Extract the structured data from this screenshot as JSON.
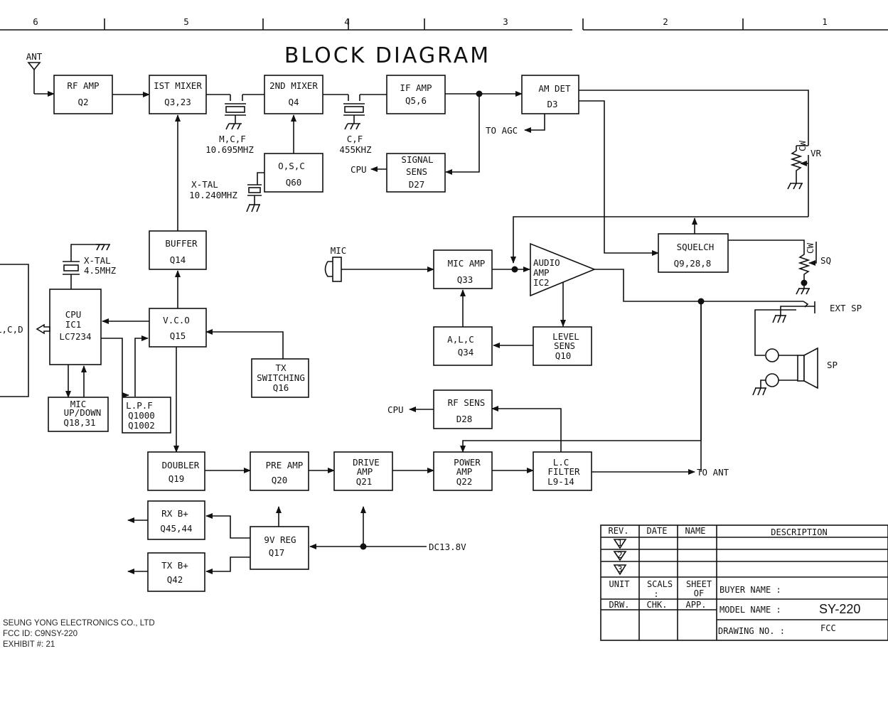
{
  "title": "BLOCK DIAGRAM",
  "zones": [
    "6",
    "5",
    "4",
    "3",
    "2",
    "1"
  ],
  "blocks": {
    "rf_amp": [
      "RF AMP",
      "Q2"
    ],
    "mixer1": [
      "IST MIXER",
      "Q3,23"
    ],
    "mixer2": [
      "2ND MIXER",
      "Q4"
    ],
    "if_amp": [
      "IF AMP",
      "Q5,6"
    ],
    "am_det": [
      "AM DET",
      "D3"
    ],
    "osc": [
      "O,S,C",
      "Q60"
    ],
    "signal_sens": [
      "SIGNAL",
      "SENS",
      "D27"
    ],
    "buffer": [
      "BUFFER",
      "Q14"
    ],
    "cpu": [
      "CPU",
      "IC1",
      "LC7234"
    ],
    "vco": [
      "V.C.O",
      "Q15"
    ],
    "tx_sw": [
      "TX",
      "SWITCHING",
      "Q16"
    ],
    "mic_updown": [
      "MIC",
      "UP/DOWN",
      "Q18,31"
    ],
    "lpf": [
      "L.P.F",
      "Q1000",
      "Q1002"
    ],
    "mic_amp": [
      "MIC AMP",
      "Q33"
    ],
    "audio_amp": [
      "AUDIO",
      "AMP",
      "IC2"
    ],
    "squelch": [
      "SQUELCH",
      "Q9,28,8"
    ],
    "alc": [
      "A,L,C",
      "Q34"
    ],
    "level_sens": [
      "LEVEL",
      "SENS",
      "Q10"
    ],
    "rf_sens": [
      "RF SENS",
      "D28"
    ],
    "doubler": [
      "DOUBLER",
      "Q19"
    ],
    "pre_amp": [
      "PRE AMP",
      "Q20"
    ],
    "drive_amp": [
      "DRIVE",
      "AMP",
      "Q21"
    ],
    "power_amp": [
      "POWER",
      "AMP",
      "Q22"
    ],
    "lc_filter": [
      "L.C",
      "FILTER",
      "L9-14"
    ],
    "rx_b": [
      "RX B+",
      "Q45,44"
    ],
    "tx_b": [
      "TX B+",
      "Q42"
    ],
    "reg9v": [
      "9V REG",
      "Q17"
    ]
  },
  "labels": {
    "ant": "ANT",
    "mcf": "M,C,F",
    "mcf_freq": "10.695MHZ",
    "cf": "C,F",
    "cf_freq": "455KHZ",
    "xtal1": "X-TAL",
    "xtal1_freq": "10.240MHZ",
    "xtal2": "X-TAL",
    "xtal2_freq": "4.5MHZ",
    "to_agc": "TO AGC",
    "cpu_signal": "CPU",
    "cpu_rf": "CPU",
    "vr": "VR",
    "cw1": "CW",
    "cw2": "CW",
    "sq": "SQ",
    "mic": "MIC",
    "ext_sp": "EXT SP",
    "sp": "SP",
    "lcd": "L,C,D",
    "to_ant": "TO ANT",
    "dc": "DC13.8V"
  },
  "title_block": {
    "rev": "REV.",
    "date": "DATE",
    "name": "NAME",
    "description": "DESCRIPTION",
    "unit": "UNIT",
    "scals": "SCALS",
    "colon": ":",
    "sheet": "SHEET",
    "of": "OF",
    "drw": "DRW.",
    "chk": "CHK.",
    "app": "APP.",
    "buyer": "BUYER NAME :",
    "model_label": "MODEL NAME :",
    "model_value": "SY-220",
    "drawing_label": "DRAWING NO. :",
    "drawing_value": "FCC",
    "rev_marks": [
      "1",
      "2",
      "3"
    ]
  },
  "footer": {
    "company": "SEUNG YONG ELECTRONICS CO., LTD",
    "fcc": "FCC ID:  C9NSY-220",
    "exhibit": "EXHIBIT #:  21"
  }
}
